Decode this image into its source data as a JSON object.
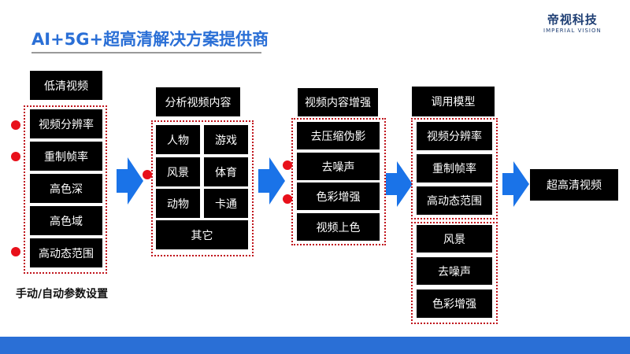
{
  "header": {
    "title": "AI+5G+超高清解决方案提供商",
    "logo_cn": "帝视科技",
    "logo_en": "IMPERIAL VISION"
  },
  "stage1": {
    "label": "低清视频",
    "items": [
      "视频分辨率",
      "重制帧率",
      "高色深",
      "高色域",
      "高动态范围"
    ],
    "note": "手动/自动参数设置"
  },
  "stage2": {
    "label": "分析视频内容",
    "items": [
      "人物",
      "游戏",
      "风景",
      "体育",
      "动物",
      "卡通",
      "其它"
    ]
  },
  "stage3": {
    "label": "视频内容增强",
    "items": [
      "去压缩伪影",
      "去噪声",
      "色彩增强",
      "视频上色"
    ]
  },
  "stage4": {
    "label": "调用模型",
    "items": [
      "视频分辨率",
      "重制帧率",
      "高动态范围"
    ],
    "items2": [
      "风景",
      "去噪声",
      "色彩增强"
    ]
  },
  "output": {
    "label": "超高清视频"
  },
  "colors": {
    "accent": "#2a6fd6",
    "marker": "#e8101a",
    "group_border": "#c0141c"
  }
}
